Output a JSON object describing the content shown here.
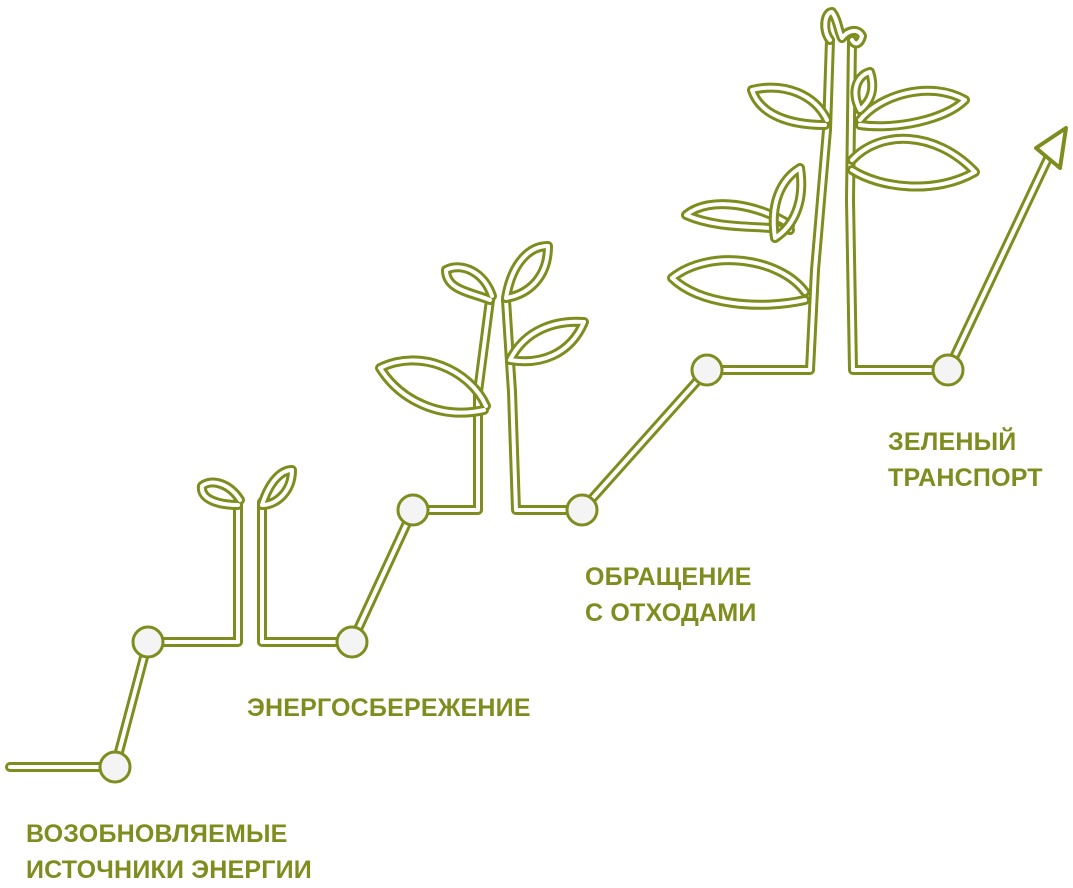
{
  "colors": {
    "accent": "#7f8c1e",
    "node_fill": "#f4f4f4",
    "background": "#ffffff"
  },
  "steps": [
    {
      "line1": "ВОЗОБНОВЛЯЕМЫЕ",
      "line2": "ИСТОЧНИКИ ЭНЕРГИИ",
      "icon": "sprout-icon"
    },
    {
      "line1": "ЭНЕРГОСБЕРЕЖЕНИЕ",
      "line2": "",
      "icon": "seedling-icon"
    },
    {
      "line1": "ОБРАЩЕНИЕ",
      "line2": "С ОТХОДАМИ",
      "icon": "young-plant-icon"
    },
    {
      "line1": "ЗЕЛЕНЫЙ",
      "line2": "ТРАНСПОРТ",
      "icon": "tree-icon"
    }
  ],
  "end_marker": "arrow-up-icon"
}
